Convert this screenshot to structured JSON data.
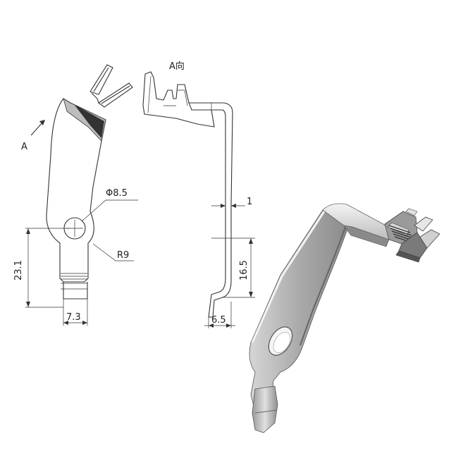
{
  "view_labels": {
    "view_arrow": "A",
    "view_direction": "A向"
  },
  "dimensions": {
    "hole_diameter": "Φ8.5",
    "radius": "R9",
    "height_left": "23.1",
    "width_bottom": "7.3",
    "thickness": "1",
    "height_right": "16.5",
    "offset_bottom": "6.5"
  },
  "colors": {
    "line": "#333333",
    "render_light": "#e8e8e8",
    "render_mid": "#b5b5b5",
    "render_dark": "#7a7a7a"
  }
}
